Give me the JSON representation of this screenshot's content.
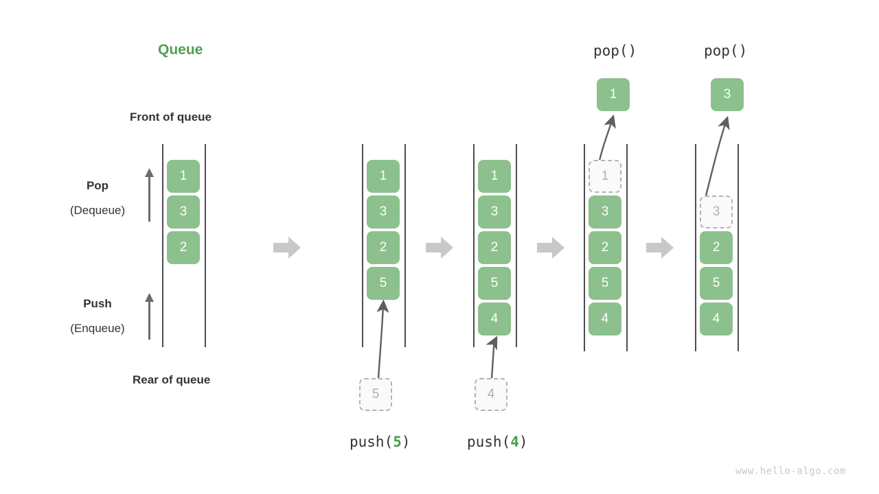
{
  "diagram": {
    "title": "Queue",
    "front_label": "Front of queue",
    "rear_label": "Rear of queue",
    "pop_label": "Pop",
    "pop_sub": "(Dequeue)",
    "push_label": "Push",
    "push_sub": "(Enqueue)",
    "watermark": "www.hello-algo.com",
    "colors": {
      "element_green": "#8cc08c",
      "title_green": "#519e51",
      "ghost_border": "#b3b3b3",
      "ghost_text": "#b0b0b0",
      "rail": "#4c4c4c",
      "stage_arrow": "#c8c8c8",
      "thin_arrow": "#6b6b6b",
      "text": "#333333",
      "watermark": "#c9c9c9"
    }
  },
  "stages": [
    {
      "name": "initial",
      "op_label": "",
      "op_value": "",
      "cells": [
        "1",
        "3",
        "2"
      ],
      "ghost_index": null,
      "incoming": null,
      "popped": null
    },
    {
      "name": "push-5",
      "op_label": "push(",
      "op_value": "5",
      "op_close": ")",
      "cells": [
        "1",
        "3",
        "2",
        "5"
      ],
      "ghost_index": null,
      "incoming": "5",
      "popped": null
    },
    {
      "name": "push-4",
      "op_label": "push(",
      "op_value": "4",
      "op_close": ")",
      "cells": [
        "1",
        "3",
        "2",
        "5",
        "4"
      ],
      "ghost_index": null,
      "incoming": "4",
      "popped": null
    },
    {
      "name": "pop-1",
      "op_label": "pop()",
      "op_value": "",
      "cells": [
        "1",
        "3",
        "2",
        "5",
        "4"
      ],
      "ghost_index": 0,
      "incoming": null,
      "popped": "1"
    },
    {
      "name": "pop-3",
      "op_label": "pop()",
      "op_value": "",
      "cells": [
        "3",
        "2",
        "5",
        "4"
      ],
      "ghost_index": 0,
      "incoming": null,
      "popped": "3"
    }
  ],
  "stage_arrows": [
    {
      "name": "arrow-1"
    },
    {
      "name": "arrow-2"
    },
    {
      "name": "arrow-3"
    },
    {
      "name": "arrow-4"
    }
  ]
}
